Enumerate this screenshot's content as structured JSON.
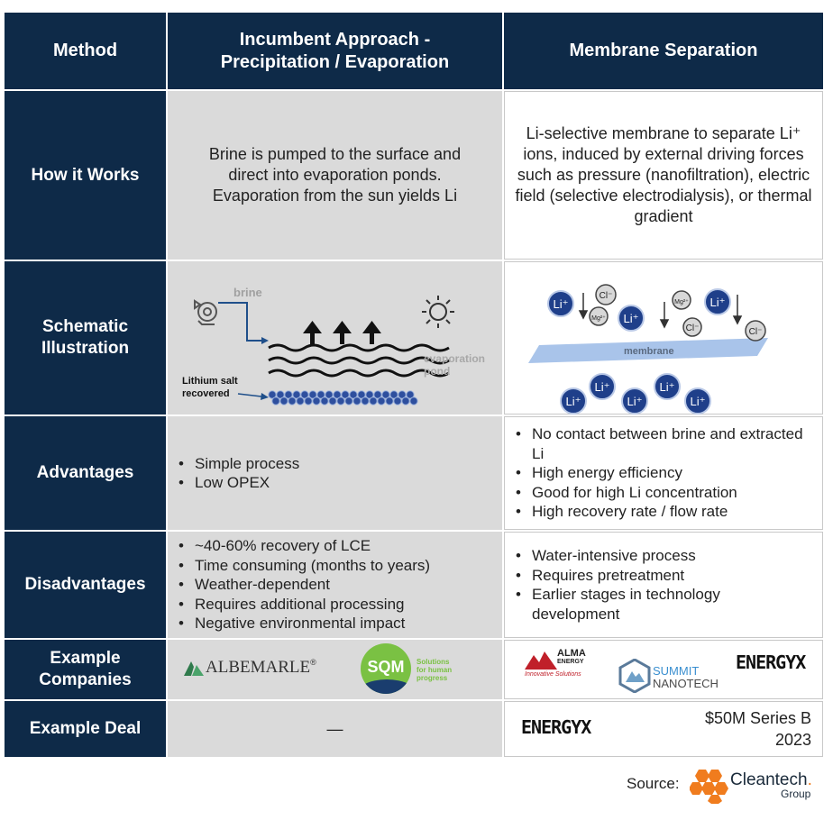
{
  "header": {
    "method": "Method",
    "incumbent": "Incumbent Approach  - Precipitation / Evaporation",
    "membrane": "Membrane Separation"
  },
  "rows": {
    "how": {
      "label": "How it Works",
      "incumbent": "Brine is pumped to the surface and direct into evaporation ponds. Evaporation from the sun yields Li",
      "membrane": "Li-selective membrane to separate Li⁺ ions, induced by external driving forces such as pressure (nanofiltration), electric field (selective electrodialysis), or thermal gradient"
    },
    "schematic": {
      "label": "Schematic Illustration",
      "incumbent": {
        "brine": "brine",
        "evaporation_pond": "evaporation pond",
        "lithium_salt": "Lithium salt",
        "recovered": "recovered"
      },
      "membrane": {
        "membrane_label": "membrane",
        "li": "Li⁺",
        "cl": "Cl⁻",
        "mg": "Mg²⁺"
      }
    },
    "advantages": {
      "label": "Advantages",
      "incumbent": [
        "Simple process",
        "Low OPEX"
      ],
      "membrane": [
        "No contact between brine and extracted Li",
        "High energy efficiency",
        "Good for high Li concentration",
        "High recovery rate / flow rate"
      ]
    },
    "disadvantages": {
      "label": "Disadvantages",
      "incumbent": [
        "~40-60% recovery of LCE",
        "Time consuming (months to years)",
        "Weather-dependent",
        "Requires additional processing",
        "Negative environmental impact"
      ],
      "membrane": [
        "Water-intensive process",
        "Requires pretreatment",
        "Earlier stages in technology development"
      ]
    },
    "companies": {
      "label": "Example Companies",
      "albemarle": "ALBEMARLE",
      "albemarle_mark": "®",
      "sqm": "SQM",
      "sqm_tag": "Solutions for human progress",
      "alma": "ALMA",
      "alma_energy": "ENERGY",
      "alma_tag": "Innovative Solutions",
      "summit": "SUMMIT",
      "nanotech": "NANOTECH",
      "energyx": "ENERGYX"
    },
    "deal": {
      "label": "Example Deal",
      "incumbent": "—",
      "energyx": "ENERGYX",
      "amount": "$50M Series B",
      "year": "2023"
    }
  },
  "footer": {
    "source": "Source:",
    "brand": "Cleantech",
    "brand_sub": "Group",
    "mark": "."
  },
  "colors": {
    "navy": "#0e2a48",
    "gray_cell": "#dadada",
    "li_ion": "#1f3f8a",
    "membrane": "#a9c4ea",
    "orange": "#f07c1e"
  }
}
